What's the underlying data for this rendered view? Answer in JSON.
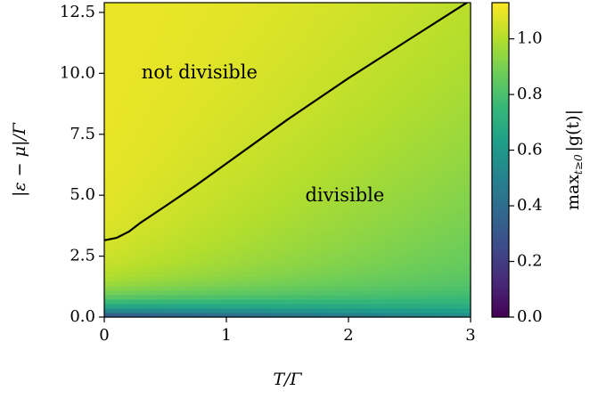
{
  "chart_data": {
    "type": "heatmap",
    "xlabel": "T/Γ",
    "ylabel": "|ε − μ|/Γ",
    "xlim": [
      0,
      3
    ],
    "ylim": [
      0,
      12.9
    ],
    "xticks": [
      0,
      1,
      2,
      3
    ],
    "xtick_labels": [
      "0",
      "1",
      "2",
      "3"
    ],
    "yticks": [
      0.0,
      2.5,
      5.0,
      7.5,
      10.0,
      12.5
    ],
    "ytick_labels": [
      "0.0",
      "2.5",
      "5.0",
      "7.5",
      "10.0",
      "12.5"
    ],
    "colormap": "viridis",
    "colorbar": {
      "label": "max_{t≥0} |g(t)|",
      "label_main": "max",
      "label_sub": "t≥0",
      "label_rest": "|g(t)|",
      "lim": [
        0,
        1.13
      ],
      "ticks": [
        0.0,
        0.2,
        0.4,
        0.6,
        0.8,
        1.0
      ],
      "tick_labels": [
        "0.0",
        "0.2",
        "0.4",
        "0.6",
        "0.8",
        "1.0"
      ]
    },
    "boundary_curve": {
      "x": [
        0,
        0.1,
        0.2,
        0.3,
        0.5,
        0.75,
        1.0,
        1.5,
        2.0,
        2.5,
        3.0
      ],
      "y": [
        3.15,
        3.25,
        3.5,
        3.88,
        4.55,
        5.4,
        6.3,
        8.1,
        9.8,
        11.4,
        13.0
      ],
      "color": "#000000"
    },
    "annotations": [
      {
        "text": "not divisible",
        "x": 0.78,
        "y": 10.0
      },
      {
        "text": "divisible",
        "x": 1.97,
        "y": 4.95
      }
    ]
  }
}
